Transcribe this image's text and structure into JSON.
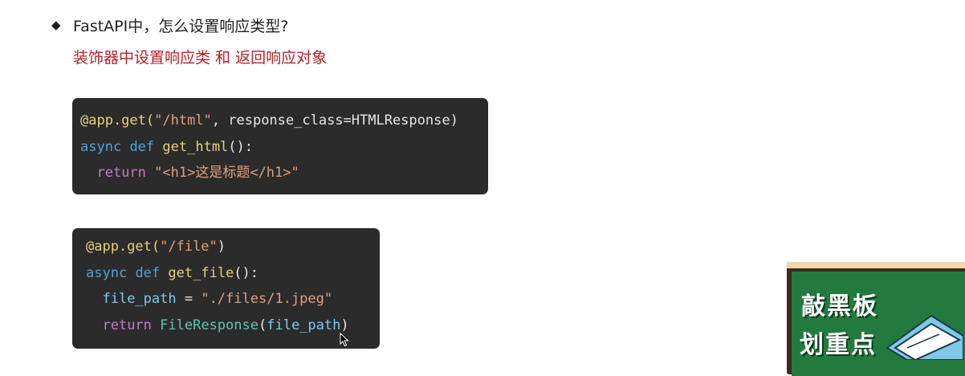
{
  "heading": {
    "bullet": "◆",
    "question": "FastAPI中，怎么设置响应类型?",
    "answer": "装饰器中设置响应类 和 返回响应对象"
  },
  "code_block_1": {
    "line1": {
      "decorator": "@app.get(",
      "path": "\"/html\"",
      "kwarg": ", response_class=HTMLResponse)"
    },
    "line2": {
      "async": "async",
      "def": "def",
      "fn": "get_html",
      "rest": "():"
    },
    "line3": {
      "ret": "return",
      "value": "\"<h1>这是标题</h1>\""
    }
  },
  "code_block_2": {
    "line1": {
      "decorator": "@app.get(",
      "path": "\"/file\"",
      "close": ")"
    },
    "line2": {
      "async": "async",
      "def": "def",
      "fn": "get_file",
      "rest": "():"
    },
    "line3": {
      "var": "file_path",
      "eq": " = ",
      "value": "\"./files/1.jpeg\""
    },
    "line4": {
      "ret": "return",
      "cls": "FileResponse",
      "open": "(",
      "arg": "file_path",
      "close": ")"
    }
  },
  "blackboard": {
    "line1": "敲黑板",
    "line2": "划重点",
    "colors": {
      "board": "#237a3f",
      "frame": "#3e2a1e"
    }
  },
  "icons": {
    "bullet": "diamond-bullet-icon",
    "cursor": "mouse-pointer-icon",
    "envelope": "envelope-icon"
  }
}
